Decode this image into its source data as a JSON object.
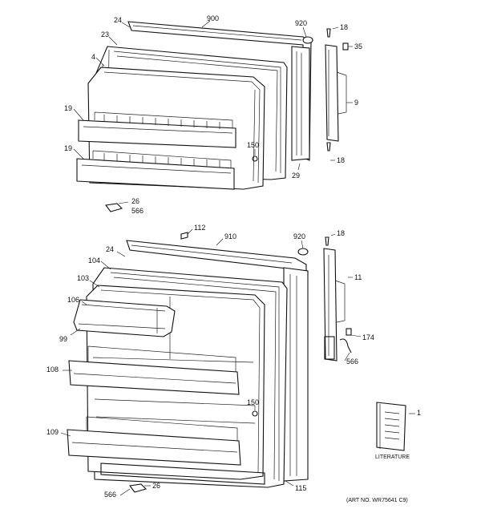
{
  "callouts": {
    "c24a": "24",
    "c900": "900",
    "c920a": "920",
    "c23": "23",
    "c4": "4",
    "c18a": "18",
    "c35": "35",
    "c9": "9",
    "c19a": "19",
    "c19b": "19",
    "c150a": "150",
    "c29": "29",
    "c18b": "18",
    "c26a": "26",
    "c566a": "566",
    "c112": "112",
    "c910": "910",
    "c920b": "920",
    "c18c": "18",
    "c24b": "24",
    "c104": "104",
    "c103": "103",
    "c106": "106",
    "c99": "99",
    "c11": "11",
    "c174": "174",
    "c566b": "566",
    "c108": "108",
    "c150b": "150",
    "c109": "109",
    "c1": "1",
    "c115": "115",
    "c566c": "566",
    "c26b": "26"
  },
  "literature_caption": "LITERATURE",
  "part_number_note": "(ART NO. WR75641 C9)"
}
